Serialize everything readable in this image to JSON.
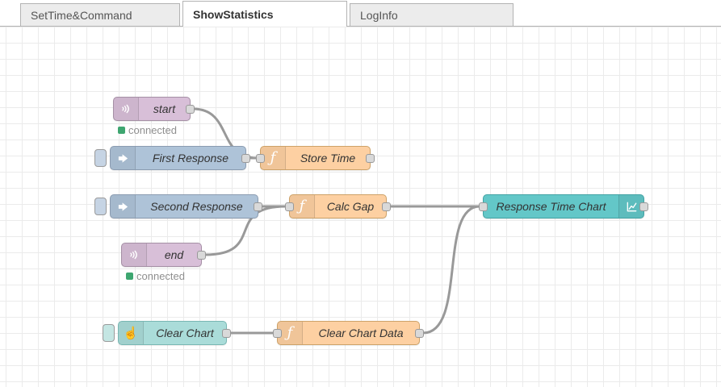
{
  "tabs": [
    {
      "label": "SetTime&Command",
      "active": false
    },
    {
      "label": "ShowStatistics",
      "active": true
    },
    {
      "label": "LogInfo",
      "active": false
    }
  ],
  "palette": {
    "mqtt_node": "#d8bfd8",
    "inject_node": "#aec3d8",
    "function_node": "#fdd0a2",
    "chart_node": "#63c7c8",
    "button_node": "#aadcd9",
    "wire": "#999999",
    "status_connected_green": "#3ea670",
    "grid_line": "#ebebeb"
  },
  "nodes": [
    {
      "id": "start",
      "type": "mqtt-in",
      "label": "start",
      "icon": "signal-icon",
      "status": "connected"
    },
    {
      "id": "first-response",
      "type": "inject",
      "label": "First Response",
      "icon": "inject-arrow-icon"
    },
    {
      "id": "store-time",
      "type": "function",
      "label": "Store Time",
      "icon": "function-icon",
      "icon_glyph": "ƒ"
    },
    {
      "id": "second-response",
      "type": "inject",
      "label": "Second Response",
      "icon": "inject-arrow-icon"
    },
    {
      "id": "calc-gap",
      "type": "function",
      "label": "Calc Gap",
      "icon": "function-icon",
      "icon_glyph": "ƒ"
    },
    {
      "id": "end",
      "type": "mqtt-in",
      "label": "end",
      "icon": "signal-icon",
      "status": "connected"
    },
    {
      "id": "response-time-chart",
      "type": "dashboard-chart",
      "label": "Response Time Chart",
      "icon": "chart-icon"
    },
    {
      "id": "clear-chart",
      "type": "dashboard-button",
      "label": "Clear Chart",
      "icon": "hand-pointer-icon",
      "icon_glyph": "☝"
    },
    {
      "id": "clear-chart-data",
      "type": "function",
      "label": "Clear Chart Data",
      "icon": "function-icon",
      "icon_glyph": "ƒ"
    }
  ],
  "wires": [
    {
      "from": "start",
      "to": "store-time"
    },
    {
      "from": "first-response",
      "to": "store-time"
    },
    {
      "from": "second-response",
      "to": "calc-gap"
    },
    {
      "from": "end",
      "to": "calc-gap"
    },
    {
      "from": "calc-gap",
      "to": "response-time-chart"
    },
    {
      "from": "clear-chart",
      "to": "clear-chart-data"
    },
    {
      "from": "clear-chart-data",
      "to": "response-time-chart"
    }
  ]
}
